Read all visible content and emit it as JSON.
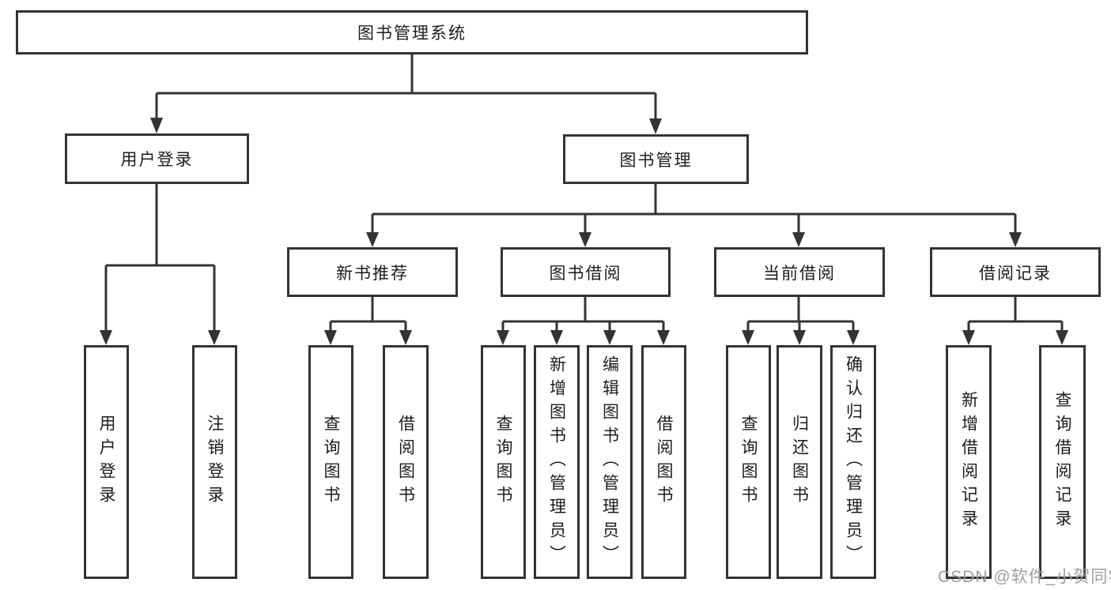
{
  "title": "图书管理系统",
  "watermark": "CSDN @软件_小贺同学",
  "colors": {
    "line": "#333333",
    "text": "#1c1c1c",
    "box_background": "#ffffff",
    "watermark": "#9e9e9e"
  },
  "nodes": {
    "root": "图书管理系统",
    "login": "用户登录",
    "mgmt": "图书管理",
    "rec": "新书推荐",
    "borrow": "图书借阅",
    "current": "当前借阅",
    "records": "借阅记录",
    "leaf_login": "用户登录",
    "leaf_logout": "注销登录",
    "rec_query": "查询图书",
    "rec_borrow": "借阅图书",
    "bor_query": "查询图书",
    "bor_add": "新增图书（管理员）",
    "bor_edit": "编辑图书（管理员）",
    "bor_borrow": "借阅图书",
    "cur_query": "查询图书",
    "cur_return": "归还图书",
    "cur_confirm": "确认归还（管理员）",
    "rec2_add": "新增借阅记录",
    "rec2_query": "查询借阅记录"
  }
}
